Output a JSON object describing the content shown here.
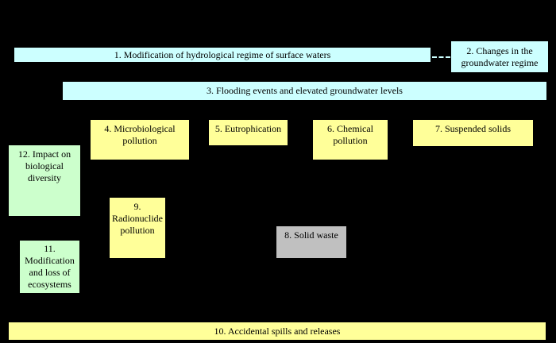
{
  "diagram": {
    "description": "Impact diagram of water-related environmental pressures",
    "colors": {
      "background": "#000000",
      "hydrology_box": "#CCFFFF",
      "pollution_box": "#FFFF99",
      "ecosystem_box": "#CCFFCC",
      "solid_waste_box": "#C0C0C0",
      "text": "#000000",
      "connector": "#CCFFFF"
    },
    "boxes": {
      "box1": {
        "label": "1. Modification of hydrological regime of surface waters"
      },
      "box2": {
        "label": "2. Changes in the groundwater regime"
      },
      "box3": {
        "label": "3. Flooding events and elevated groundwater levels"
      },
      "box4": {
        "label": "4. Microbiological pollution"
      },
      "box5": {
        "label": "5. Eutrophication"
      },
      "box6": {
        "label": "6. Chemical pollution"
      },
      "box7": {
        "label": "7. Suspended solids"
      },
      "box8": {
        "label": "8. Solid waste"
      },
      "box9": {
        "label": "9. Radionuclide pollution"
      },
      "box10": {
        "label": "10. Accidental spills and releases"
      },
      "box11": {
        "label": "11. Modification and loss of ecosystems"
      },
      "box12": {
        "label": "12. Impact on biological diversity"
      }
    }
  }
}
